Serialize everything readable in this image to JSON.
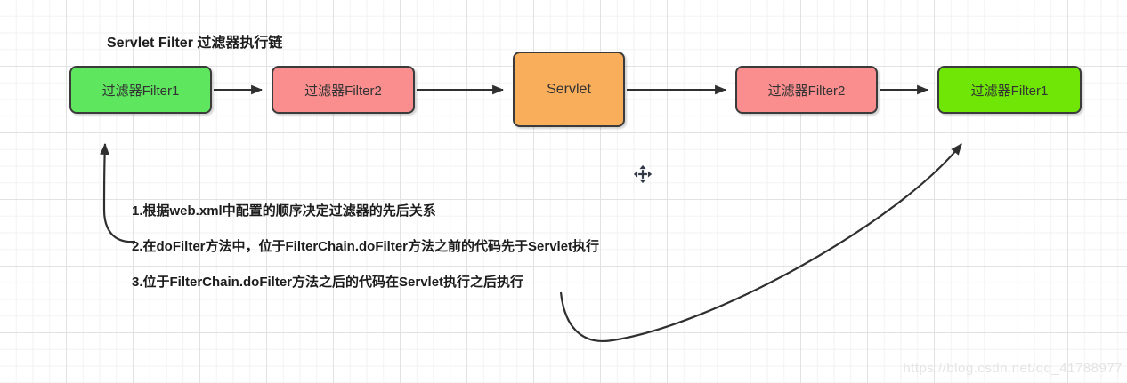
{
  "title": "Servlet Filter 过滤器执行链",
  "diagram": {
    "nodes": [
      {
        "id": "filter1-request",
        "label": "过滤器Filter1",
        "fill": "#5ee65e"
      },
      {
        "id": "filter2-request",
        "label": "过滤器Filter2",
        "fill": "#fa8e8e"
      },
      {
        "id": "servlet",
        "label": "Servlet",
        "fill": "#f9ae5b"
      },
      {
        "id": "filter2-response",
        "label": "过滤器Filter2",
        "fill": "#fa8e8e"
      },
      {
        "id": "filter1-response",
        "label": "过滤器Filter1",
        "fill": "#70e607"
      }
    ],
    "notes": [
      {
        "text": "1.根据web.xml中配置的顺序决定过滤器的先后关系"
      },
      {
        "text": "2.在doFilter方法中，位于FilterChain.doFilter方法之前的代码先于Servlet执行"
      },
      {
        "text": "3.位于FilterChain.doFilter方法之后的代码在Servlet执行之后执行"
      }
    ]
  },
  "colors": {
    "node_border": "#3b3b3b",
    "arrow": "#2f2f2f",
    "filter1_request_fill": "#5ee65e",
    "filter2_fill": "#fa8e8e",
    "servlet_fill": "#f9ae5b",
    "filter1_response_fill": "#70e607",
    "note_text": "#1c1c1c",
    "watermark_text": "#e4e4e4"
  },
  "icons": {
    "move_cursor": "move-cursor-icon"
  },
  "watermark": "https://blog.csdn.net/qq_41788977"
}
